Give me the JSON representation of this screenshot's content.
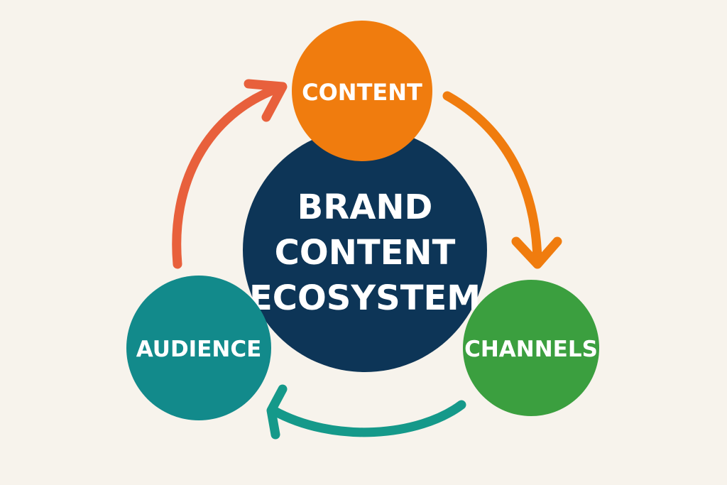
{
  "diagram": {
    "center": {
      "lines": [
        "BRAND",
        "CONTENT",
        "ECOSYSTEM"
      ],
      "color": "#0d3557"
    },
    "nodes": {
      "content": {
        "label": "CONTENT",
        "color": "#f07c0e"
      },
      "channels": {
        "label": "CHANNELS",
        "color": "#3b9f3f"
      },
      "audience": {
        "label": "AUDIENCE",
        "color": "#128a8b"
      }
    },
    "arrows": {
      "audience_to_content": "#e8603c",
      "content_to_channels": "#f07c0e",
      "channels_to_audience": "#15998a"
    },
    "background": "#f7f3ec"
  }
}
